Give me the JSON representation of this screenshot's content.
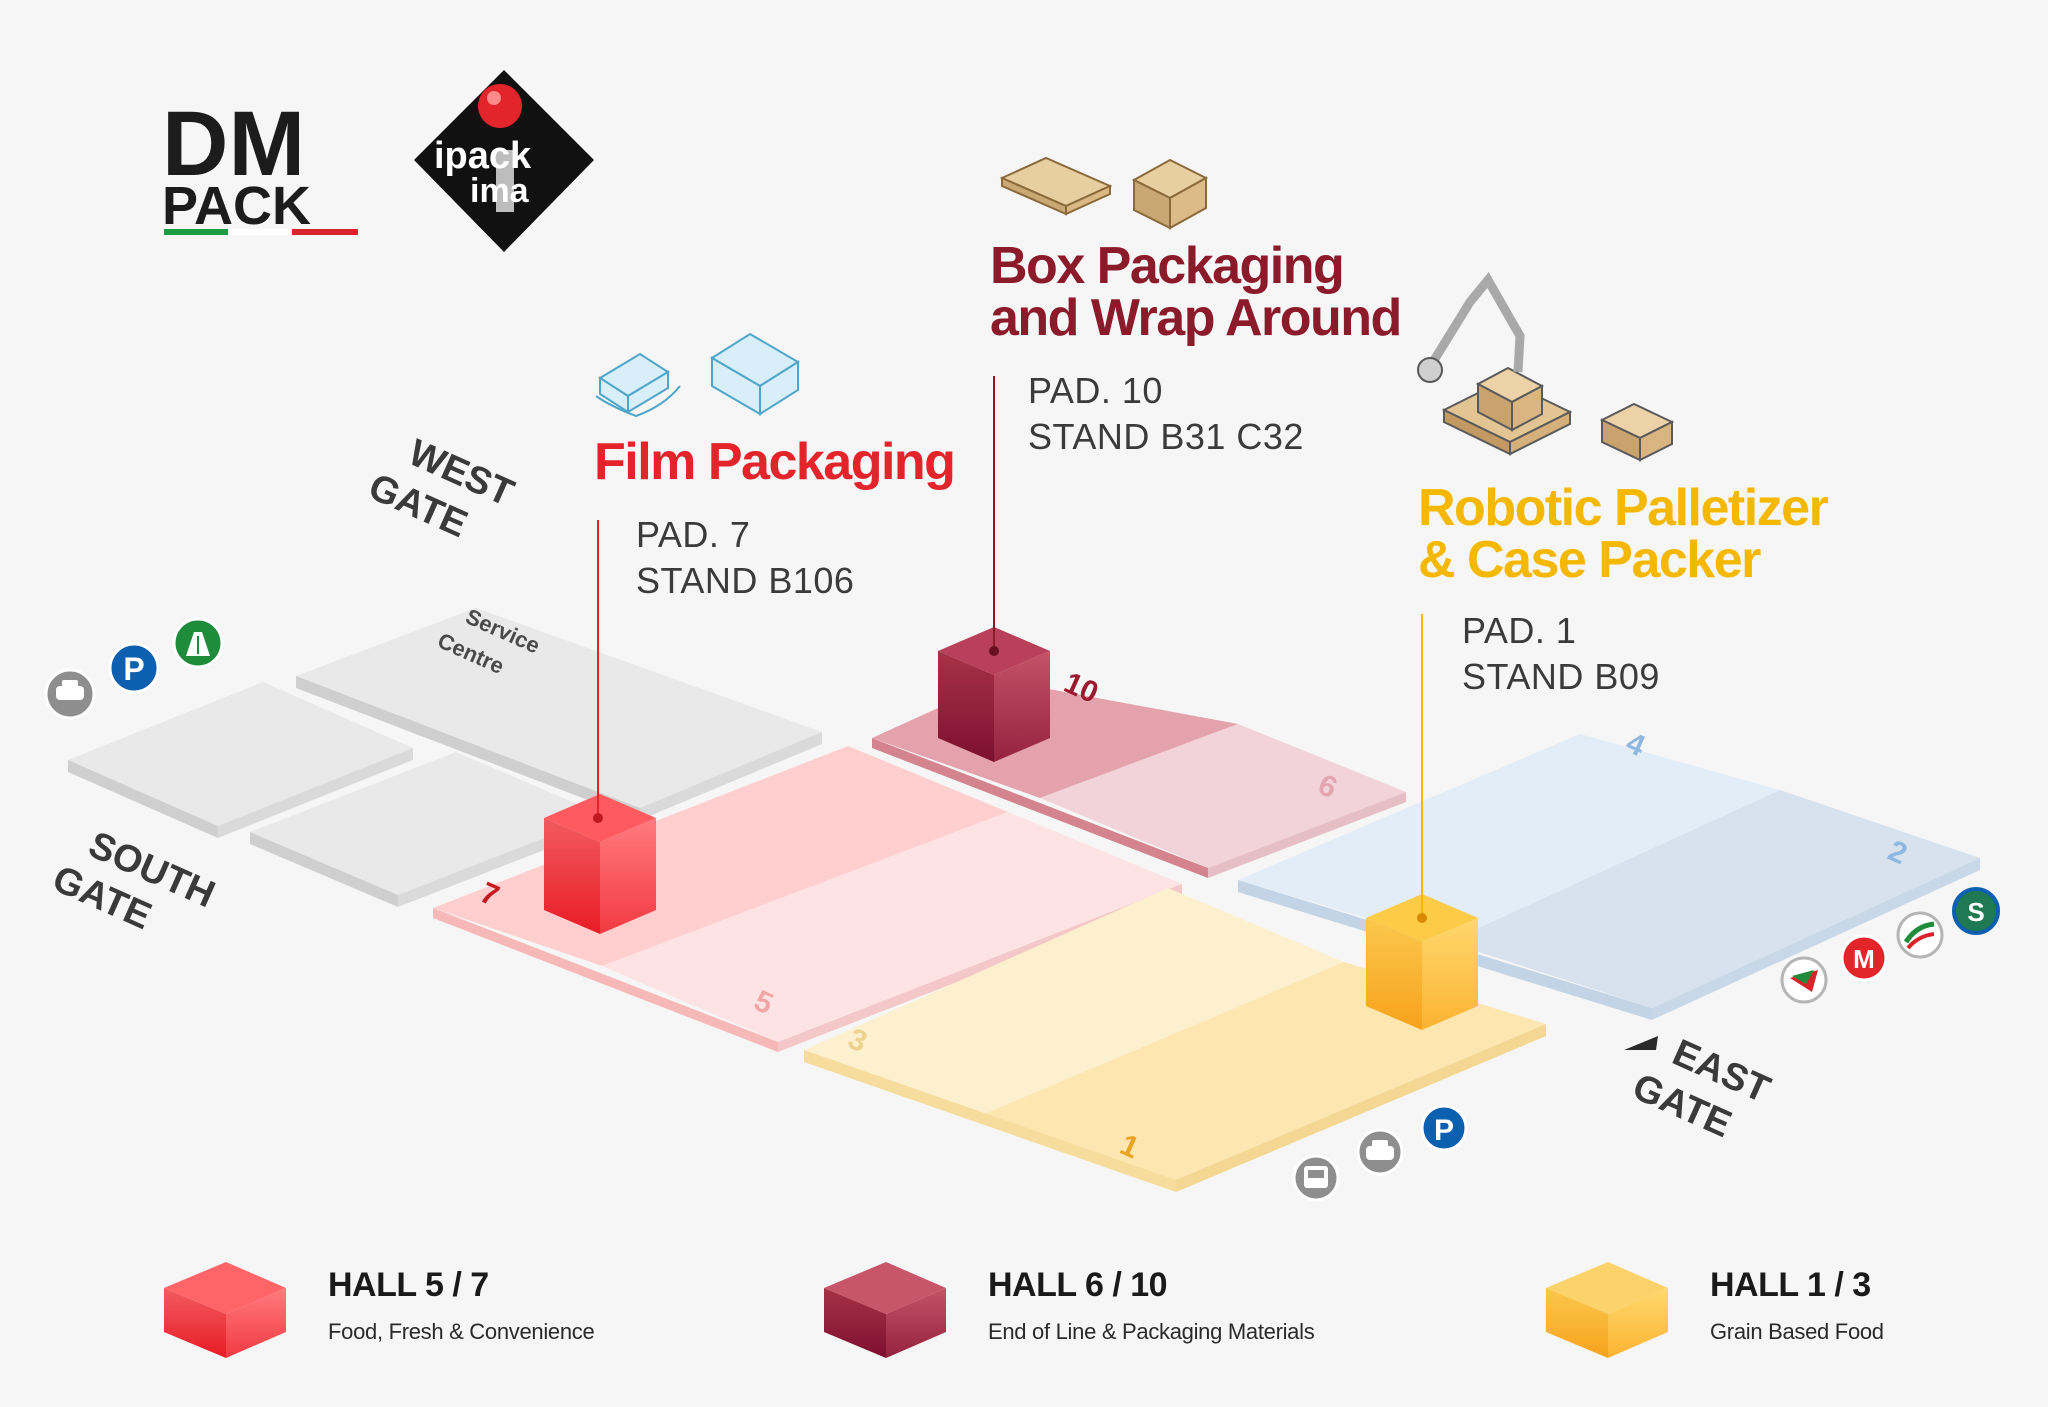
{
  "brand": {
    "logo_dm": "DM",
    "logo_pack": "PACK",
    "logo_ipack_1": "ipack",
    "logo_ipack_2": "ima"
  },
  "exhibits": [
    {
      "title_lines": [
        "Film Packaging"
      ],
      "pad": "PAD. 7",
      "stand": "STAND B106",
      "color": "#e3242b"
    },
    {
      "title_lines": [
        "Box Packaging",
        "and Wrap Around"
      ],
      "pad": "PAD. 10",
      "stand": "STAND B31 C32",
      "color": "#8b1a2b"
    },
    {
      "title_lines": [
        "Robotic Palletizer",
        "& Case Packer"
      ],
      "pad": "PAD. 1",
      "stand": "STAND B09",
      "color": "#f5b800"
    }
  ],
  "gates": {
    "west": [
      "WEST",
      "GATE"
    ],
    "south": [
      "SOUTH",
      "GATE"
    ],
    "east": [
      "EAST",
      "GATE"
    ]
  },
  "service_centre": [
    "Service",
    "Centre"
  ],
  "hall_numbers": {
    "h1": "1",
    "h2": "2",
    "h3": "3",
    "h4": "4",
    "h5": "5",
    "h6": "6",
    "h7": "7",
    "h10": "10"
  },
  "legend": [
    {
      "title": "HALL 5 / 7",
      "desc": "Food, Fresh & Convenience",
      "color": "#f0474d"
    },
    {
      "title": "HALL 6 / 10",
      "desc": "End of Line & Packaging Materials",
      "color": "#b53a52"
    },
    {
      "title": "HALL 1 / 3",
      "desc": "Grain Based Food",
      "color": "#f9bd3a"
    }
  ],
  "icons": {
    "parking_letter": "P",
    "metro_letter": "M",
    "s_letter": "S"
  },
  "colors": {
    "red": "#e3242b",
    "dark_red": "#8b1a2b",
    "yellow": "#f5b800",
    "blue_light": "#dce9f5",
    "grey_block": "#e6e6e6"
  }
}
